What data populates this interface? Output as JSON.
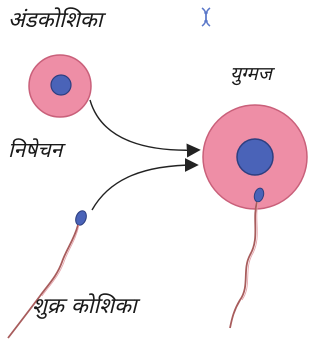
{
  "labels": {
    "egg_cell": "अंडकोशिका",
    "fertilization": "निषेचन",
    "zygote": "युग्मज",
    "sperm_cell": "शुक्र कोशिका"
  },
  "colors": {
    "cytoplasm": "#ee8ea6",
    "nucleus": "#4a63b8",
    "outline": "#7a3a4a",
    "arrow": "#222222",
    "sperm_tail": "#a85c5c",
    "dna_icon": "#5b78c9"
  },
  "icons": {
    "dna": "dna-icon"
  }
}
